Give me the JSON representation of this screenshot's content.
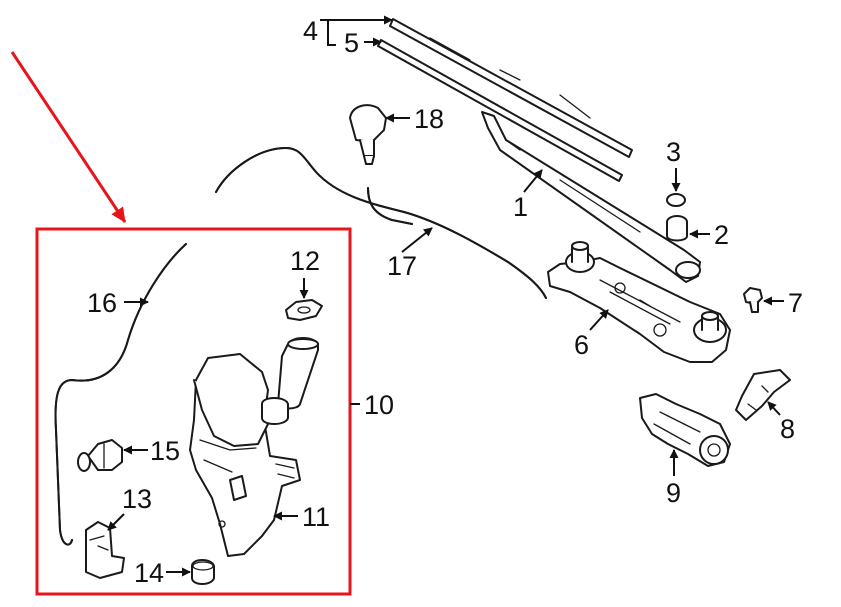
{
  "colors": {
    "highlight": "#e8141b",
    "ink": "#1a1a1a",
    "background": "#ffffff"
  },
  "callouts": {
    "c1": "1",
    "c2": "2",
    "c3": "3",
    "c4": "4",
    "c5": "5",
    "c6": "6",
    "c7": "7",
    "c8": "8",
    "c9": "9",
    "c10": "10",
    "c11": "11",
    "c12": "12",
    "c13": "13",
    "c14": "14",
    "c15": "15",
    "c16": "16",
    "c17": "17",
    "c18": "18"
  }
}
